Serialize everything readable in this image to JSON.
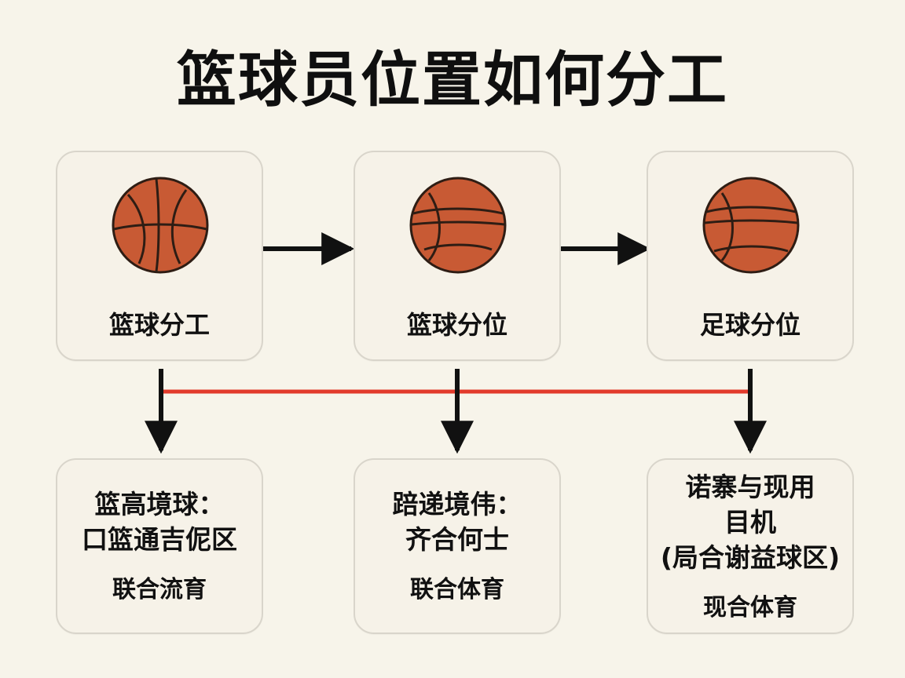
{
  "title": "篮球员位置如何分工",
  "colors": {
    "background": "#f7f4ea",
    "card_border": "#d9d5cb",
    "ball": "#c85a34",
    "arrow": "#111111",
    "red_line": "#e23a2b"
  },
  "top_cards": [
    {
      "label": "篮球分工",
      "icon": "basketball-icon"
    },
    {
      "label": "篮球分位",
      "icon": "basketball-icon"
    },
    {
      "label": "足球分位",
      "icon": "basketball-icon"
    }
  ],
  "bottom_cards": [
    {
      "lines": [
        "篮高境球：",
        "口篮通吉伲区"
      ],
      "sub": "联合流育"
    },
    {
      "lines": [
        "踣递境伟：",
        "齐合何士"
      ],
      "sub": "联合体育"
    },
    {
      "lines": [
        "诺寨与现用",
        "目机",
        "(局合谢益球区)"
      ],
      "sub": "现合体育"
    }
  ]
}
